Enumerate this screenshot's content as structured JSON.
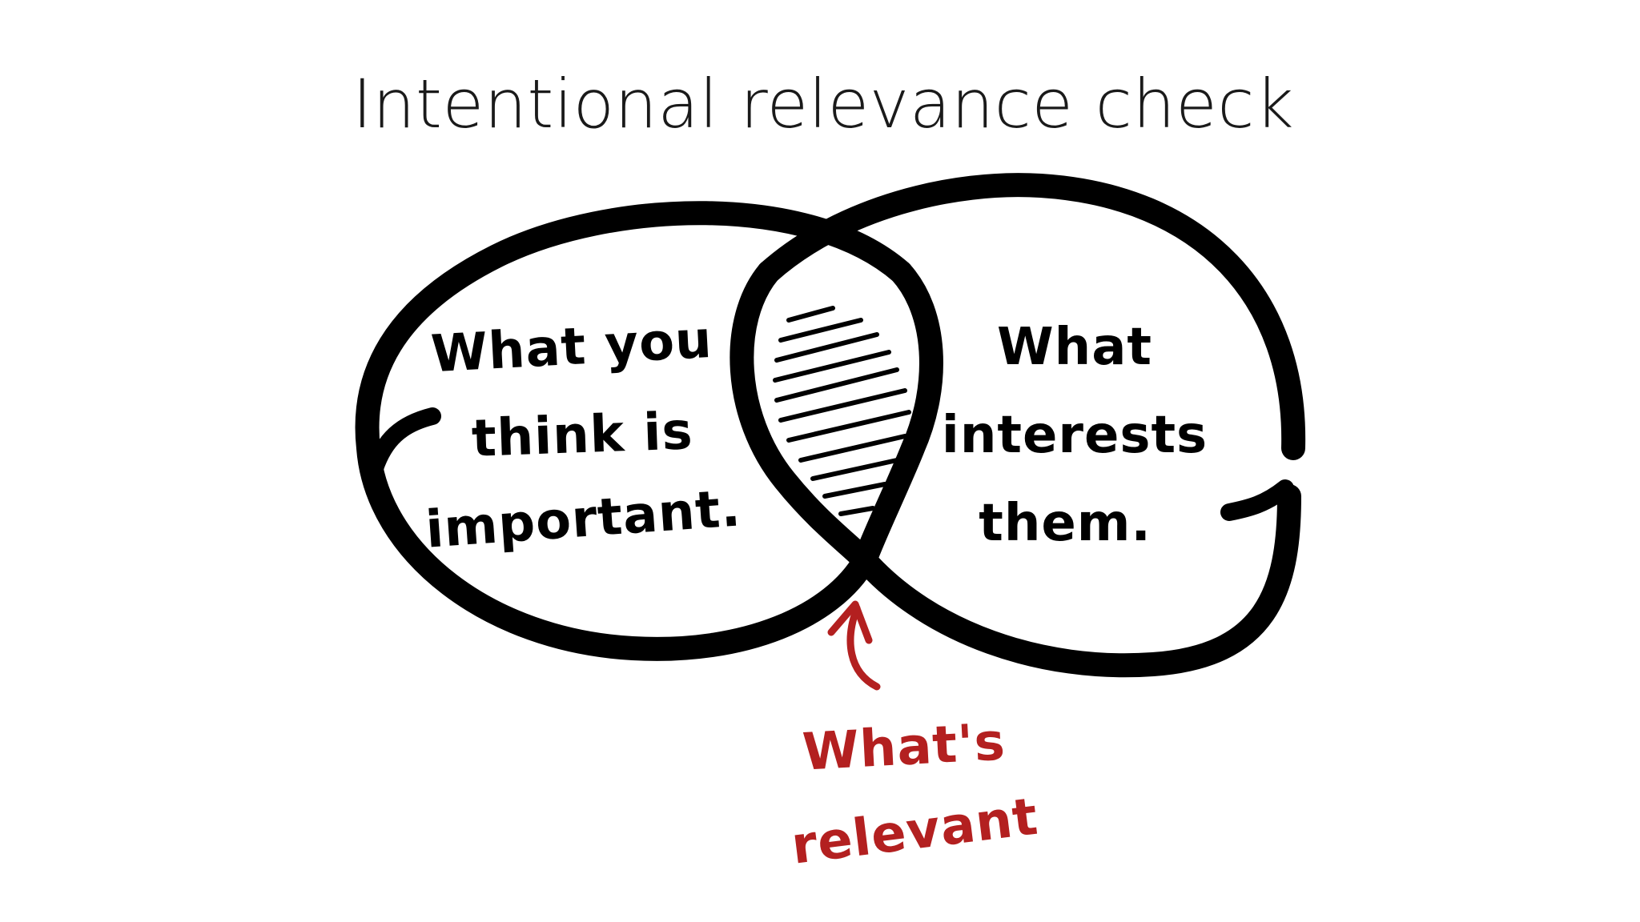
{
  "slide": {
    "title": "Intentional relevance check"
  },
  "diagram": {
    "left_circle": {
      "lines": [
        "What you",
        "think is",
        "important."
      ]
    },
    "right_circle": {
      "lines": [
        "What",
        "interests",
        "them."
      ]
    },
    "overlap_label": {
      "lines": [
        "What's",
        "relevant"
      ]
    }
  },
  "colors": {
    "ink": "#000000",
    "accent": "#b32020",
    "background": "#ffffff"
  }
}
